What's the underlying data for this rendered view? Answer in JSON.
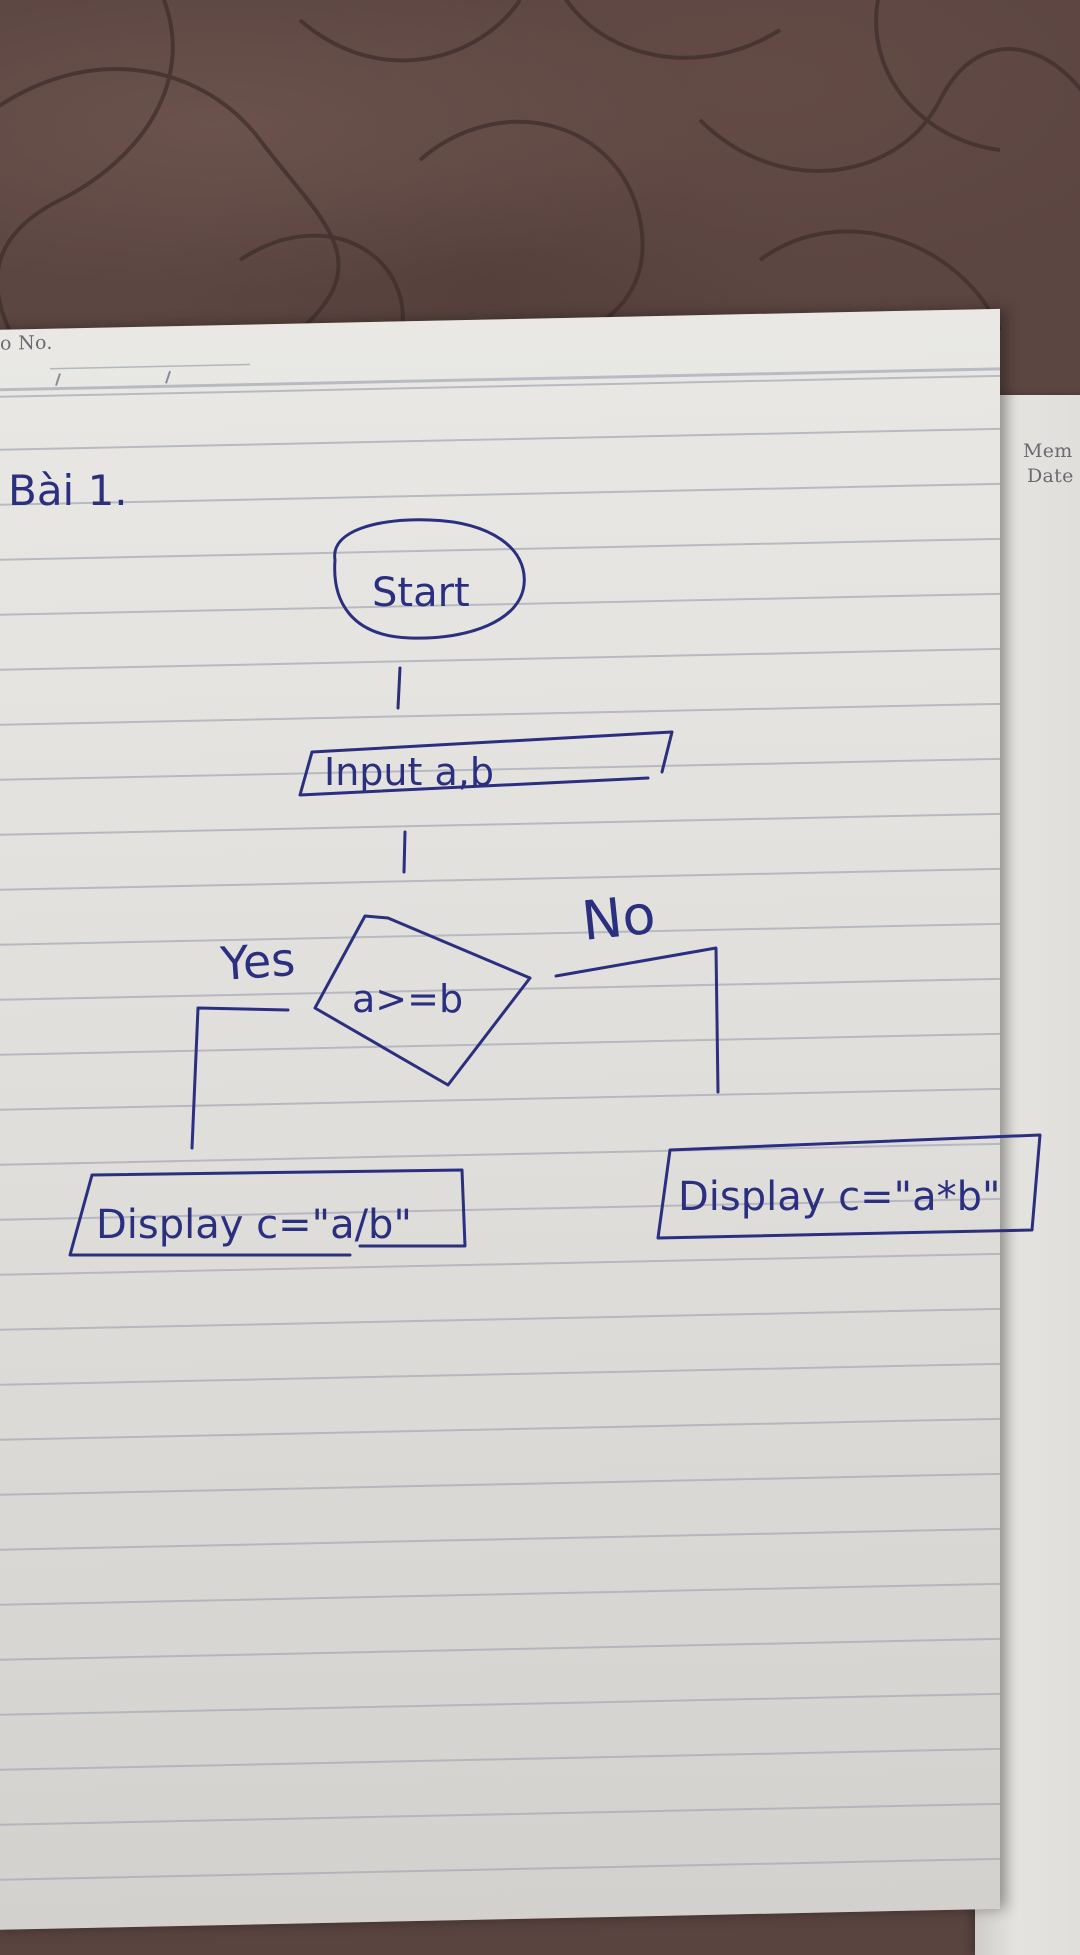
{
  "header": {
    "no_label": "o No.",
    "memo_label": "Mem",
    "date_label": "Date"
  },
  "title": "Bài 1.",
  "flowchart": {
    "start": "Start",
    "input": "Input a,b",
    "decision": "a>=b",
    "yes_label": "Yes",
    "no_label": "No",
    "yes_output": "Display c=\"a/b\"",
    "no_output": "Display c=\"a*b\""
  },
  "colors": {
    "ink": "#2b2f80",
    "paper": "#e6e5e1",
    "rule": "#a9acb8",
    "fabric": "#5c4642"
  }
}
